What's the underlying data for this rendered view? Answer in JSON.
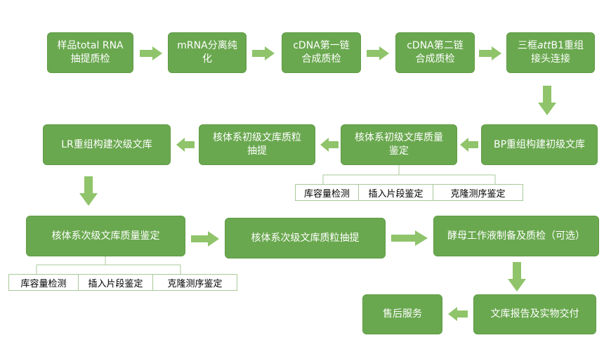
{
  "colors": {
    "box_fill": "#6aa84f",
    "arrow_fill": "#8fc46a",
    "bracket_line": "#a9c99a"
  },
  "nodes": {
    "n1": {
      "line1": "样品total RNA",
      "line2": "抽提质检"
    },
    "n2": {
      "line1": "mRNA分离纯",
      "line2": "化"
    },
    "n3": {
      "line1": "cDNA第一链",
      "line2": "合成质检"
    },
    "n4": {
      "line1": "cDNA第二链",
      "line2": "合成质检"
    },
    "n5": {
      "line1_pre": "三框",
      "line1_em": "att",
      "line1_post": "B1重组",
      "line2": "接头连接"
    },
    "n6": {
      "line1": "BP重组构建初级文库"
    },
    "n7": {
      "line1": "核体系初级文库质量",
      "line2": "鉴定"
    },
    "n8": {
      "line1": "核体系初级文库质粒",
      "line2": "抽提"
    },
    "n9": {
      "line1": "LR重组构建次级文库"
    },
    "n10": {
      "line1": "核体系次级文库质量鉴定"
    },
    "n11": {
      "line1": "核体系次级文库质粒抽提"
    },
    "n12": {
      "line1": "酵母工作液制备及质检（可选）"
    },
    "n13": {
      "line1": "文库报告及实物交付"
    },
    "n14": {
      "line1": "售后服务"
    }
  },
  "primary_qc_items": [
    "库容量检测",
    "插入片段鉴定",
    "克隆测序鉴定"
  ],
  "secondary_qc_items": [
    "库容量检测",
    "插入片段鉴定",
    "克隆测序鉴定"
  ]
}
